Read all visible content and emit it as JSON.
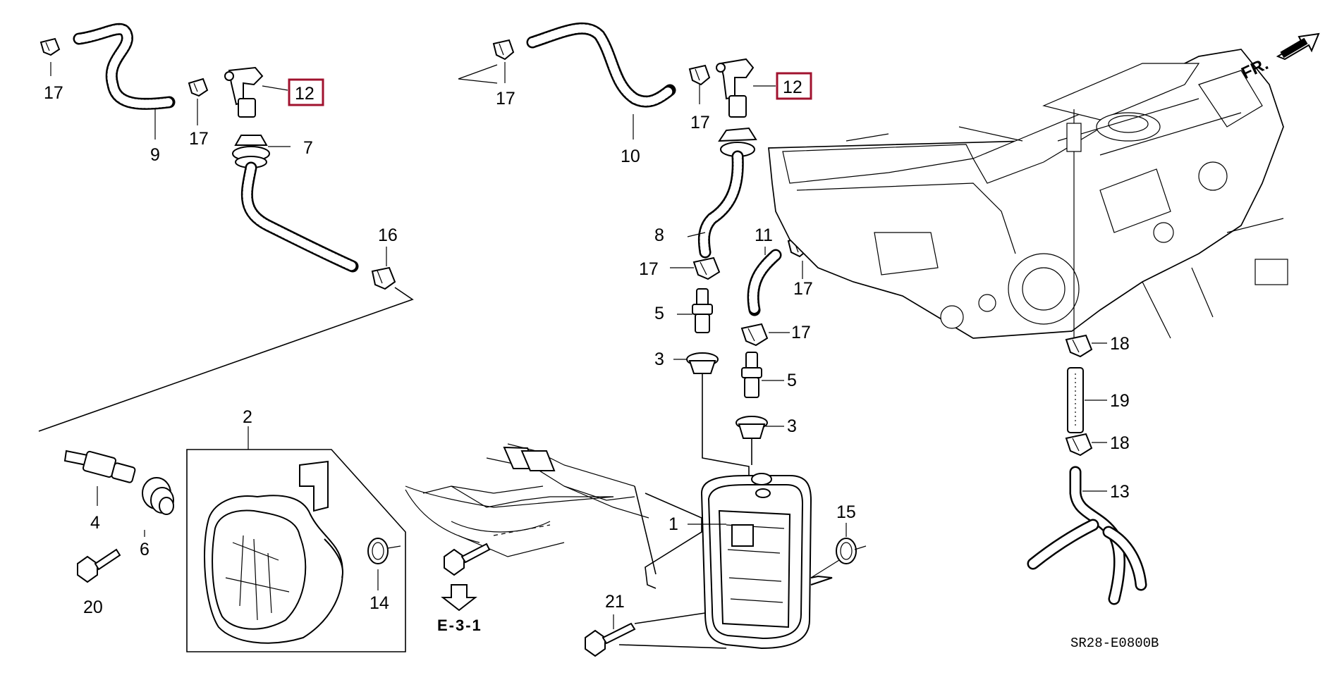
{
  "callouts": {
    "c17_tl": "17",
    "c9": "9",
    "c17_b": "17",
    "c12_a": "12",
    "c7": "7",
    "c16": "16",
    "c17_m1": "17",
    "c10": "10",
    "c17_m2": "17",
    "c12_b": "12",
    "c8": "8",
    "c11": "11",
    "c17_r1": "17",
    "c17_r2": "17",
    "c17_r3": "17",
    "c5_a": "5",
    "c5_b": "5",
    "c3_a": "3",
    "c3_b": "3",
    "c18_a": "18",
    "c19": "19",
    "c18_b": "18",
    "c13": "13",
    "c2": "2",
    "c4": "4",
    "c6": "6",
    "c20": "20",
    "c14": "14",
    "c1": "1",
    "c15": "15",
    "c21": "21"
  },
  "ref_label": "E-3-1",
  "front_label": "FR.",
  "diagram_code": "SR28-E0800B",
  "colors": {
    "highlight_box": "#a0122e",
    "line": "#000000"
  }
}
